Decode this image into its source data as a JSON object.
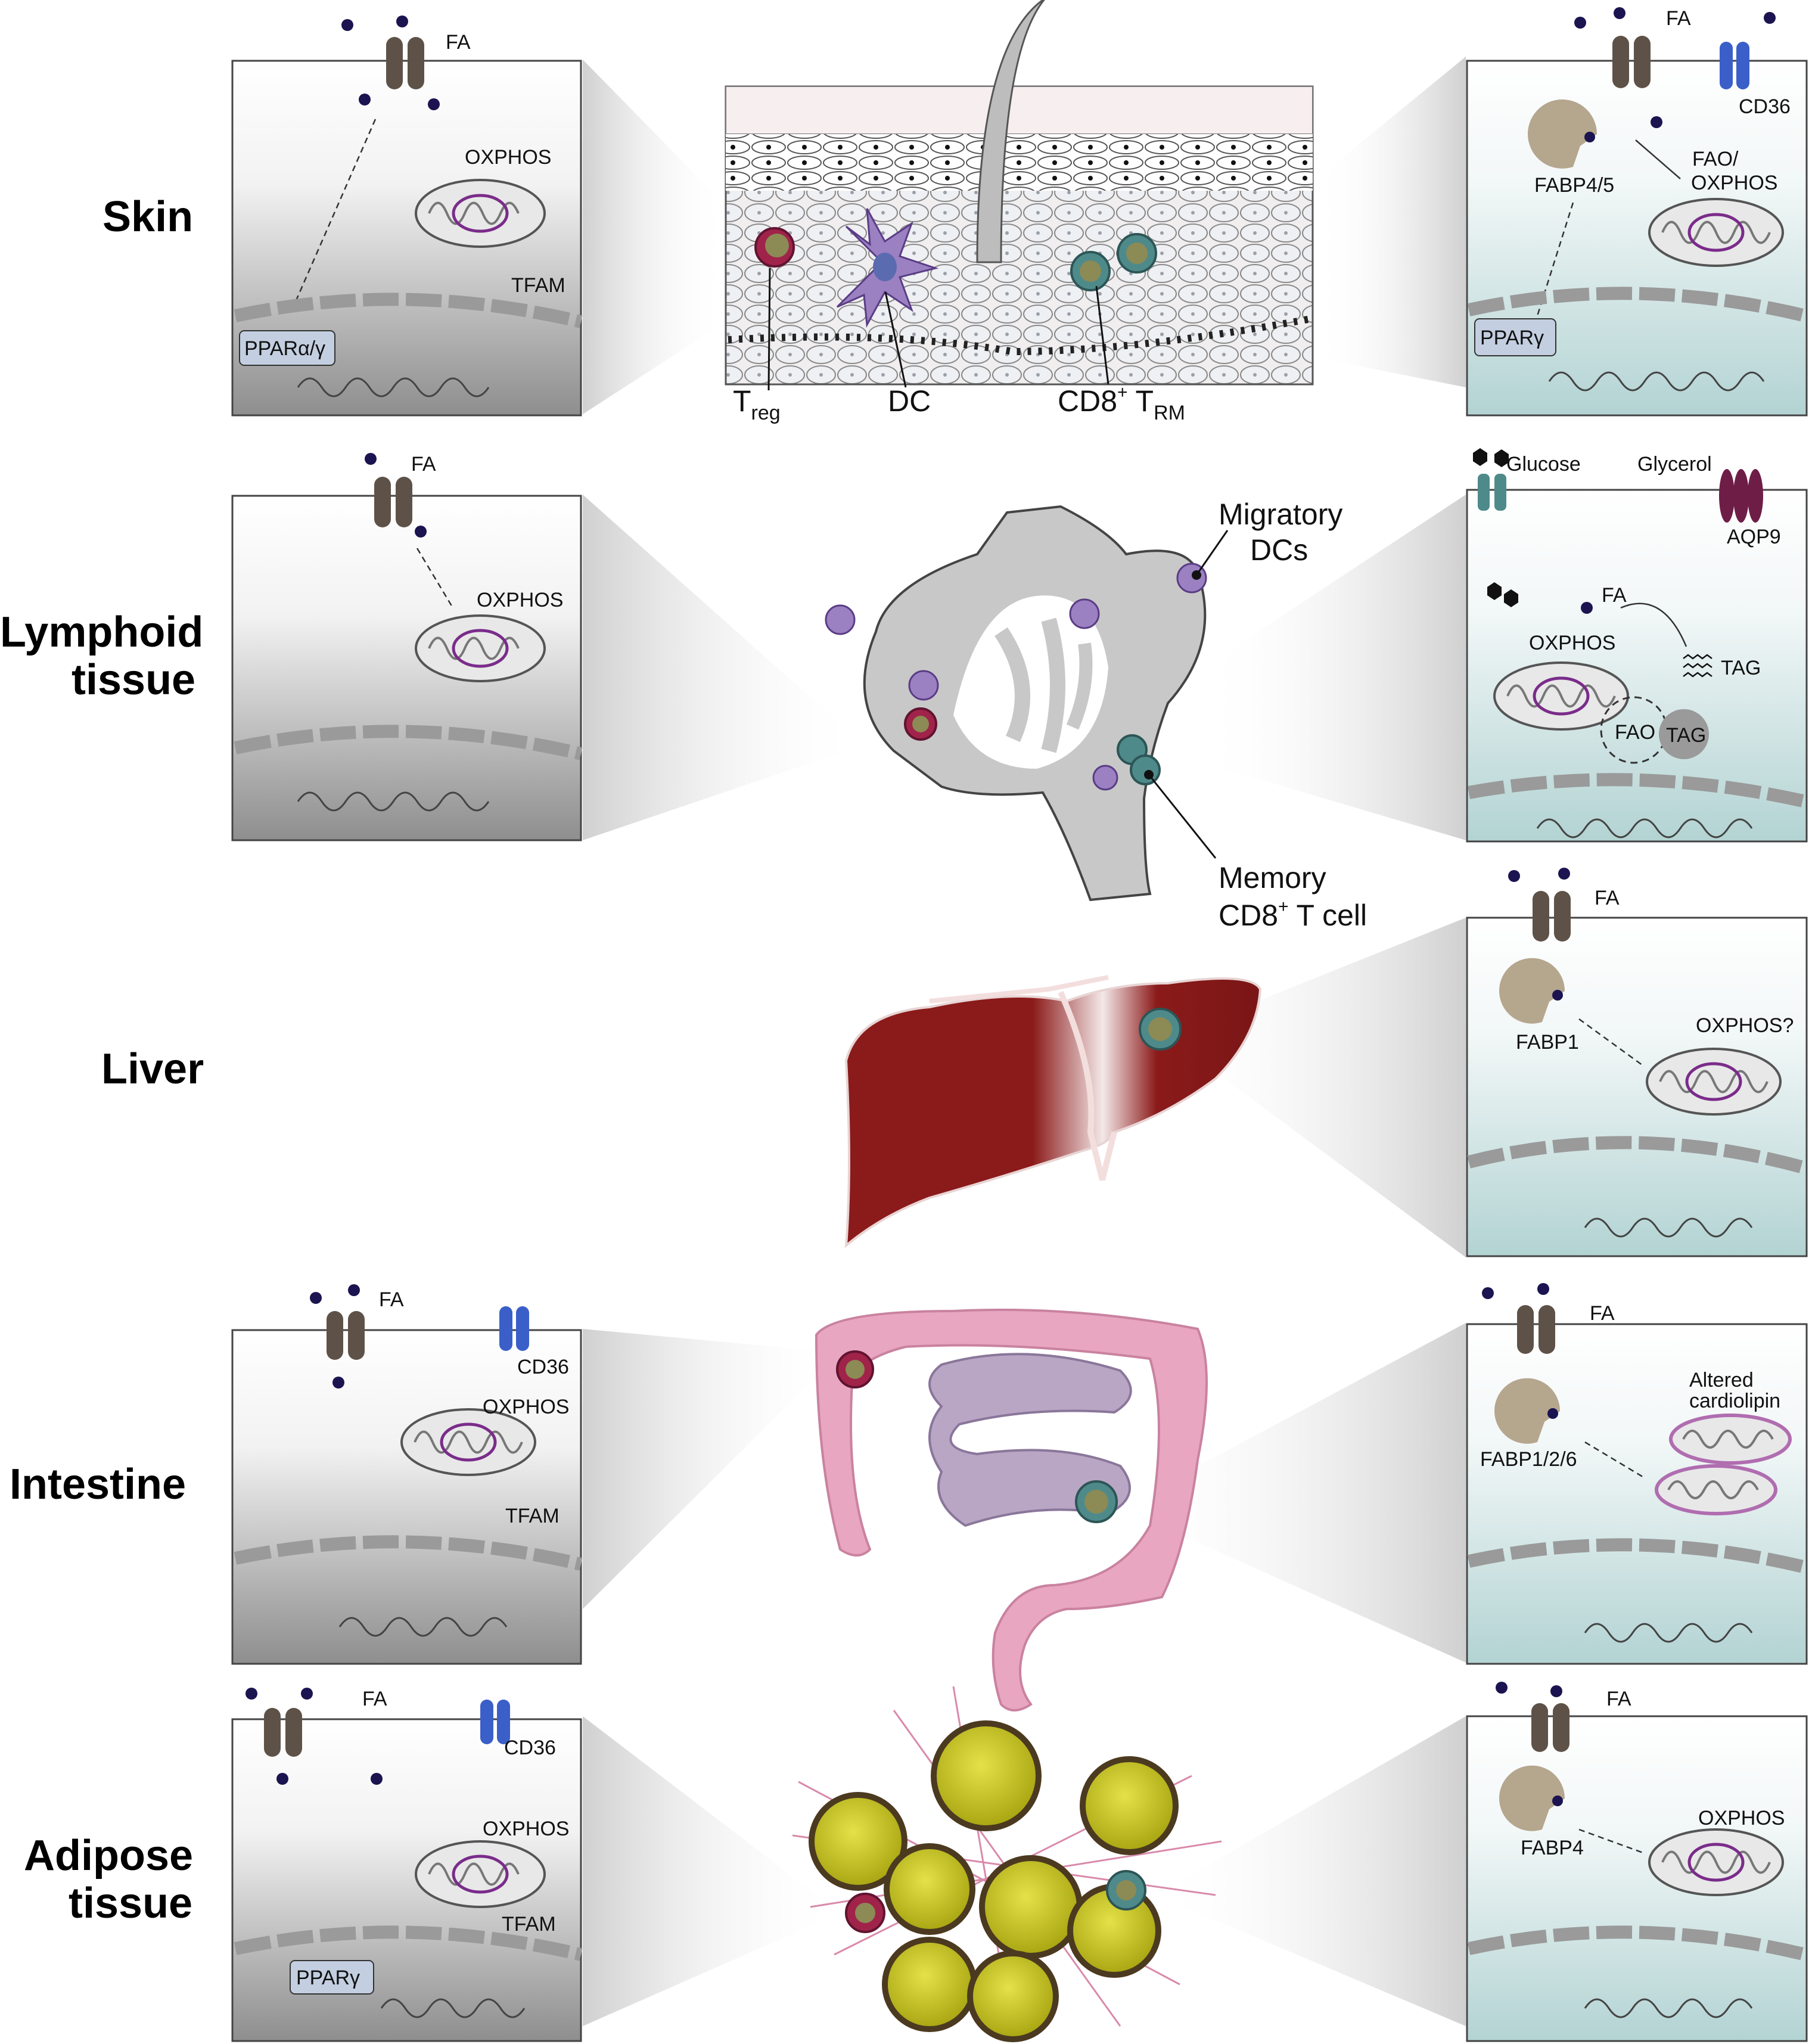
{
  "colors": {
    "tcell_fill": "#f2f2f2",
    "tcell_grad_tissue_resident": "#8c8c8c",
    "tcell_grad_memory": "#b8d6d6",
    "receptor_brown": "#5e5248",
    "cd36_blue": "#3a5fc8",
    "aqp9_purple": "#6e1e46",
    "fabp_tan": "#b5a68e",
    "liver_red": "#8b1a1a",
    "intestine_pink": "#e8a6c1",
    "intestine_inner": "#b9a6c4",
    "adipocyte_yellow": "#c7c41a",
    "treg_red": "#a0234a",
    "trm_teal": "#4f8a8b",
    "dc_purple": "#9b80c2"
  },
  "rows": [
    {
      "tissue": "Skin",
      "left_panel": {
        "fa": "FA",
        "oxphos": "OXPHOS",
        "tfam": "TFAM",
        "ppar": "PPARα/γ"
      },
      "center": {
        "treg": "T",
        "treg_sub": "reg",
        "dc": "DC",
        "trm": "CD8",
        "trm_sup": "+",
        "trm_t": " T",
        "trm_sub": "RM"
      },
      "right_panel": {
        "fa": "FA",
        "cd36": "CD36",
        "fabp": "FABP4/5",
        "fao1": "FAO/",
        "fao2": "OXPHOS",
        "ppar": "PPARγ"
      }
    },
    {
      "tissue": "Lymphoid",
      "tissue2": "tissue",
      "left_panel": {
        "fa": "FA",
        "oxphos": "OXPHOS"
      },
      "center": {
        "migratory1": "Migratory",
        "migratory2": "DCs",
        "memory1": "Memory",
        "memory2": "CD8",
        "memory_sup": "+",
        "memory3": " T cell"
      },
      "right_panel": {
        "glucose": "Glucose",
        "glycerol": "Glycerol",
        "aqp9": "AQP9",
        "fa": "FA",
        "oxphos": "OXPHOS",
        "tag1": "TAG",
        "fao": "FAO",
        "tag2": "TAG"
      }
    },
    {
      "tissue": "Liver",
      "right_panel": {
        "fa": "FA",
        "fabp": "FABP1",
        "oxphos": "OXPHOS?"
      }
    },
    {
      "tissue": "Intestine",
      "left_panel": {
        "fa": "FA",
        "cd36": "CD36",
        "oxphos": "OXPHOS",
        "tfam": "TFAM"
      },
      "right_panel": {
        "fa": "FA",
        "fabp": "FABP1/2/6",
        "altered1": "Altered",
        "altered2": "cardiolipin"
      }
    },
    {
      "tissue": "Adipose",
      "tissue2": "tissue",
      "left_panel": {
        "fa": "FA",
        "cd36": "CD36",
        "oxphos": "OXPHOS",
        "tfam": "TFAM",
        "ppar": "PPARγ"
      },
      "right_panel": {
        "fa": "FA",
        "fabp": "FABP4",
        "oxphos": "OXPHOS"
      }
    }
  ]
}
